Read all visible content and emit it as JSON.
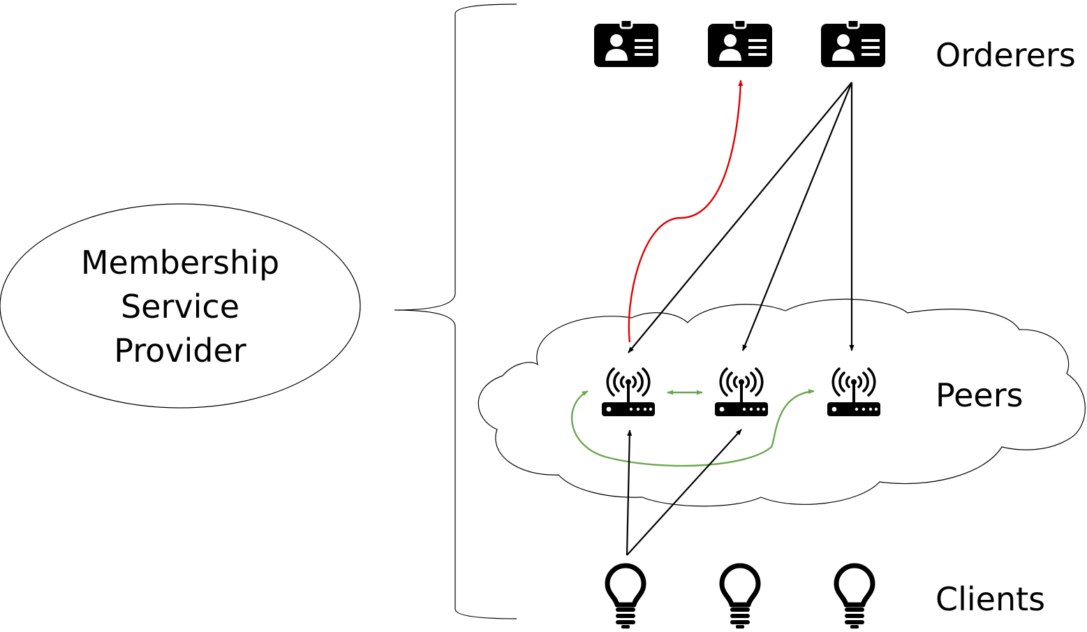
{
  "msp": {
    "line1": "Membership",
    "line2": "Service",
    "line3": "Provider"
  },
  "labels": {
    "orderers": "Orderers",
    "peers": "Peers",
    "clients": "Clients"
  },
  "icons": {
    "orderer": "id-badge-icon",
    "peer": "wifi-router-icon",
    "client": "lightbulb-icon"
  },
  "colors": {
    "submit_arrow": "#e00000",
    "gossip_arrow": "#6aa84f",
    "default_arrow": "#000000"
  }
}
